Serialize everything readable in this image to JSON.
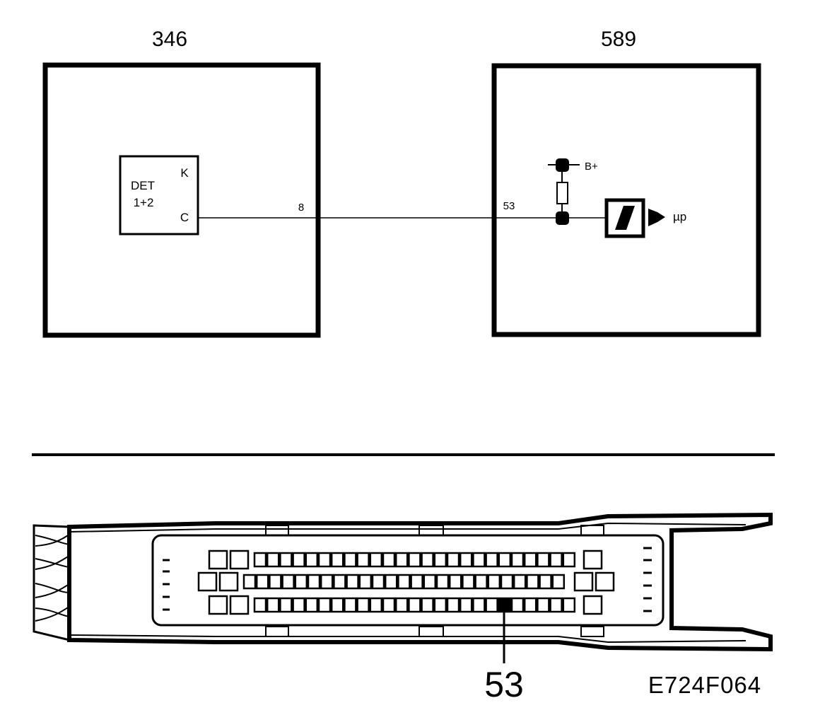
{
  "colors": {
    "ink": "#000000",
    "paper": "#ffffff"
  },
  "modules": {
    "left": {
      "number": "346",
      "detector_line1": "DET",
      "detector_line2": "1+2",
      "pin_k": "K",
      "pin_c": "C",
      "pin_number": "8"
    },
    "right": {
      "number": "589",
      "pin_number": "53",
      "supply_label": "B+",
      "output_label": "µp"
    }
  },
  "connector": {
    "callout_pin": "53",
    "pin_rows": 3,
    "highlighted_pin_row": 3
  },
  "figure_code": "E724F064"
}
